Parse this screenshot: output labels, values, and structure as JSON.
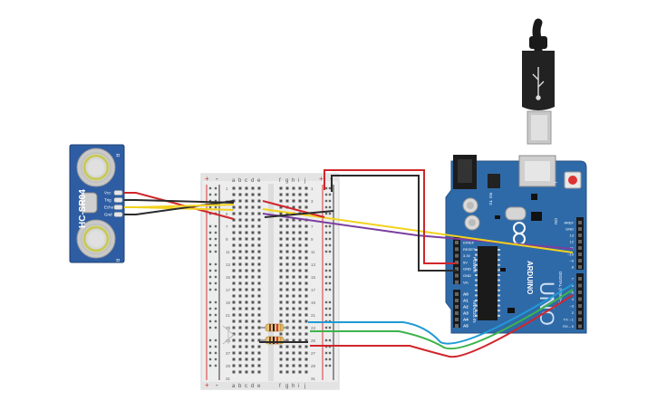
{
  "sensor": {
    "name": "HC-SR04",
    "pins": [
      "Vcc",
      "Trig",
      "Echo",
      "Gnd"
    ],
    "corner_mark": "R"
  },
  "breadboard": {
    "columns_left": [
      "a",
      "b",
      "c",
      "d",
      "e"
    ],
    "columns_right": [
      "f",
      "g",
      "h",
      "i",
      "j"
    ],
    "row_labels": [
      "1",
      "",
      "3",
      "",
      "5",
      "",
      "7",
      "",
      "9",
      "",
      "11",
      "",
      "13",
      "",
      "15",
      "",
      "17",
      "",
      "19",
      "",
      "21",
      "",
      "23",
      "",
      "25",
      "",
      "27",
      "",
      "29",
      "",
      "31"
    ],
    "rail_plus": "+",
    "rail_minus": "-"
  },
  "arduino": {
    "brand": "ARDUINO",
    "model": "UNO",
    "tx_label": "TX",
    "rx_label": "RX",
    "l_label": "L",
    "on_label": "ON",
    "reset_label": "RESET",
    "power_header_title": "POWER",
    "power_pins": [
      "IOREF",
      "RESET",
      "3.3V",
      "5V",
      "GND",
      "GND",
      "Vin"
    ],
    "analog_header_title": "ANALOG IN",
    "analog_pins": [
      "A0",
      "A1",
      "A2",
      "A3",
      "A4",
      "A5"
    ],
    "digital_top_pins": [
      "AREF",
      "GND",
      "13",
      "12",
      "~11",
      "~10",
      "~9",
      "8"
    ],
    "digital_bottom_pins": [
      "7",
      "~6",
      "~5",
      "4",
      "~3",
      "2",
      "TX→1",
      "RX←0"
    ],
    "digital_title": "DIGITAL (PWM~)"
  },
  "colors": {
    "wire_red": "#d0262b",
    "wire_black": "#2b2b2b",
    "wire_yellow": "#f2d21b",
    "wire_purple": "#7a3fa0",
    "wire_blue": "#1f9ad6",
    "wire_green": "#3db34a",
    "board_blue": "#2f6aa8",
    "sensor_blue": "#2e5da3",
    "breadboard": "#ededed"
  }
}
